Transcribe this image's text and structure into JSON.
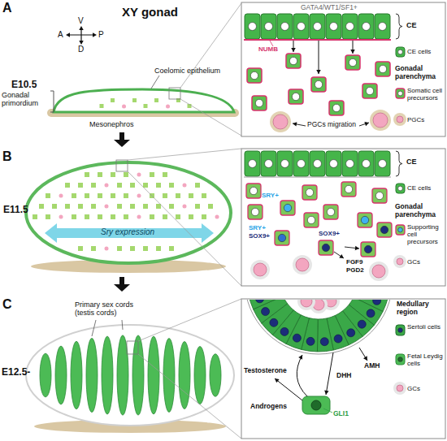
{
  "diagram": {
    "title": "XY gonad",
    "labels": [
      "A",
      "V",
      "D",
      "A",
      "P",
      "E10.5",
      "Coelomic epithelium",
      "Gonadal primordium",
      "Mesonephros",
      "GATA4/WT1/SF1+",
      "NUMB",
      "CE",
      "CE cells",
      "Gonadal parenchyma",
      "Somatic cell precursors",
      "PGCs",
      "PGCs migration",
      "B",
      "E11.5",
      "Sry expression",
      "SRY+",
      "SRY+",
      "SOX9+",
      "SOX9+",
      "FGF9",
      "PGD2",
      "CE",
      "CE cells",
      "Gonadal parenchyma",
      "Supporting cell precursors",
      "GCs",
      "C",
      "E12.5-",
      "Primary sex cords (testis cords)",
      "Medullary region",
      "Sertoli cells",
      "Fetal Leydig cells",
      "GCs",
      "AMH",
      "DHH",
      "Testosterone",
      "Androgens",
      "GLI1"
    ]
  }
}
